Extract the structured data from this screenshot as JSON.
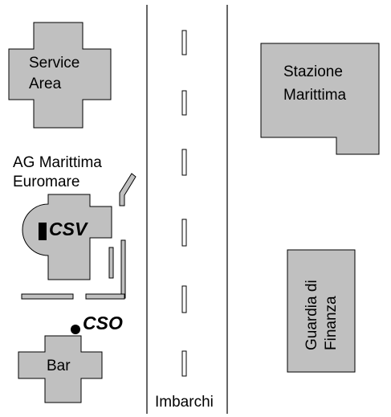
{
  "map": {
    "colors": {
      "building_fill": "#c0c0c0",
      "outline": "#000000",
      "background": "#ffffff"
    },
    "labels": {
      "service_area_line1": "Service",
      "service_area_line2": "Area",
      "stazione_line1": "Stazione",
      "stazione_line2": "Marittima",
      "ag_line1": "AG Marittima",
      "ag_line2": "Euromare",
      "csv": "CSV",
      "cso": "CSO",
      "bar": "Bar",
      "guardia_line1": "Guardia di",
      "guardia_line2": "Finanza",
      "imbarchi": "Imbarchi"
    }
  }
}
